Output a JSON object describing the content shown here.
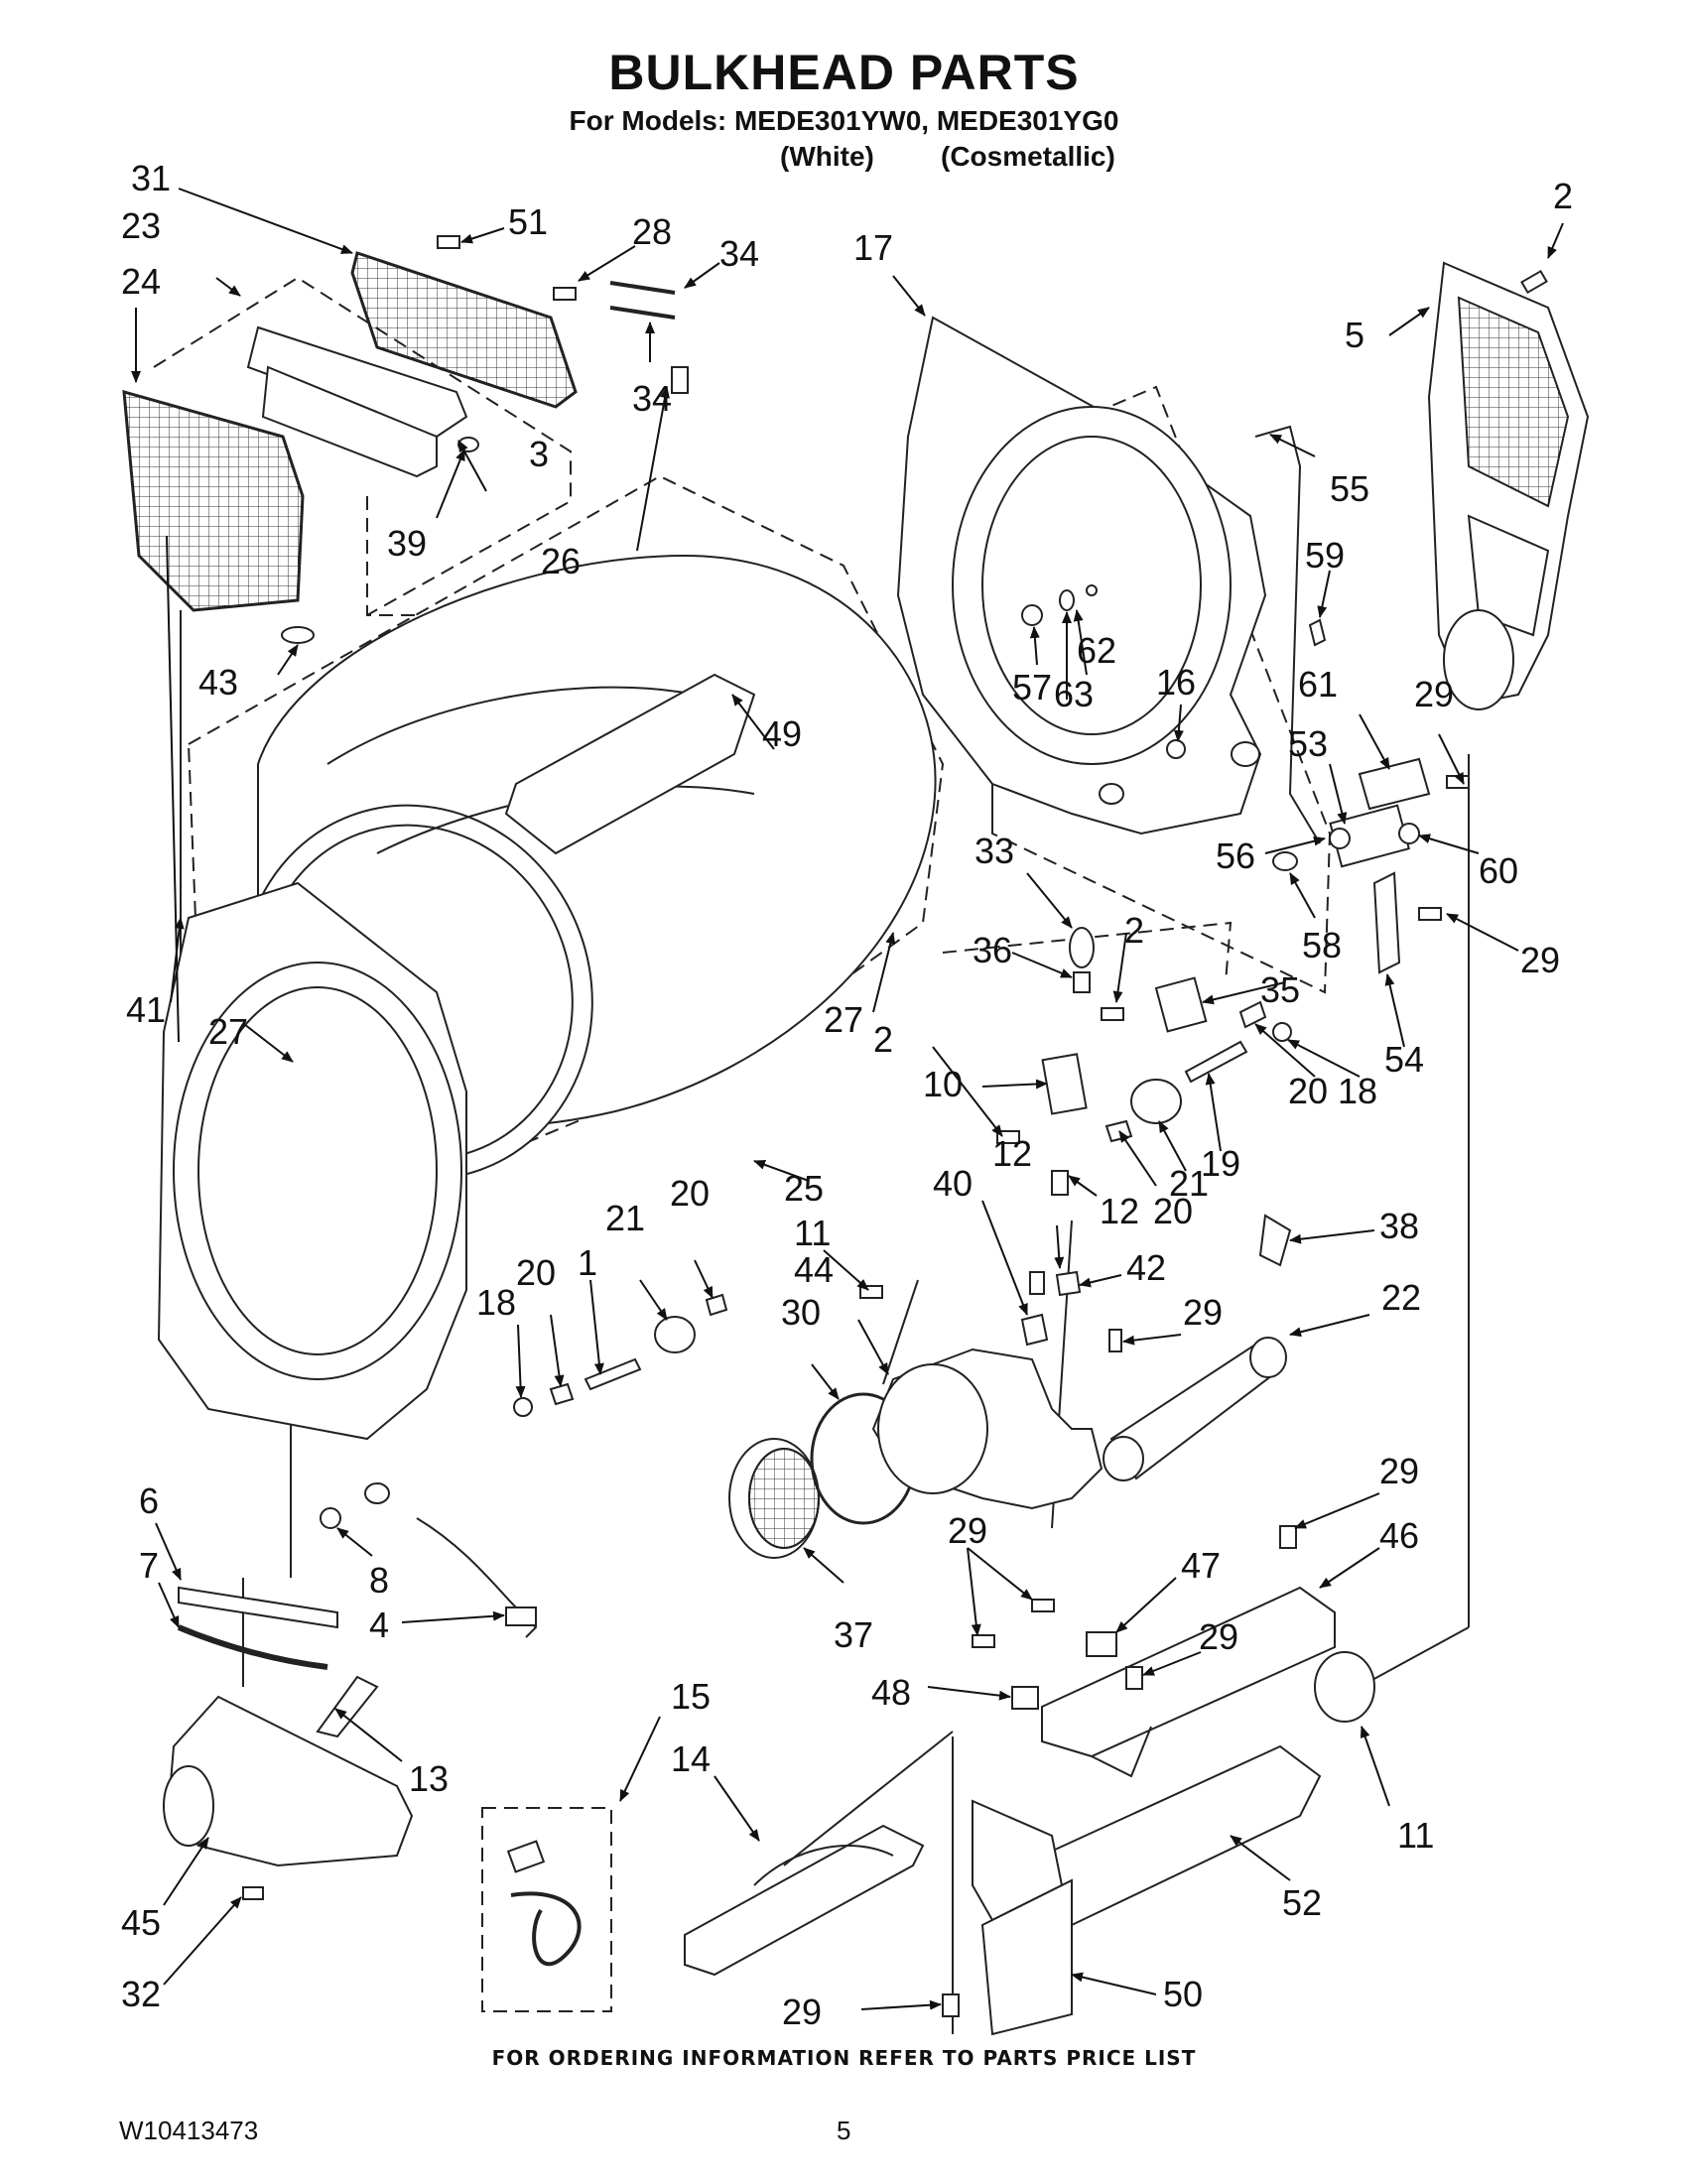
{
  "header": {
    "title": "BULKHEAD PARTS",
    "models": "For Models: MEDE301YW0, MEDE301YG0",
    "variant_white": "(White)",
    "variant_cosmetallic": "(Cosmetallic)"
  },
  "diagram": {
    "callouts": [
      {
        "id": "c31",
        "text": "31"
      },
      {
        "id": "c23",
        "text": "23"
      },
      {
        "id": "c24",
        "text": "24"
      },
      {
        "id": "c51",
        "text": "51"
      },
      {
        "id": "c28",
        "text": "28"
      },
      {
        "id": "c34a",
        "text": "34"
      },
      {
        "id": "c34b",
        "text": "34"
      },
      {
        "id": "c3",
        "text": "3"
      },
      {
        "id": "c39",
        "text": "39"
      },
      {
        "id": "c17",
        "text": "17"
      },
      {
        "id": "c2a",
        "text": "2"
      },
      {
        "id": "c5",
        "text": "5"
      },
      {
        "id": "c55",
        "text": "55"
      },
      {
        "id": "c26",
        "text": "26"
      },
      {
        "id": "c59",
        "text": "59"
      },
      {
        "id": "c62",
        "text": "62"
      },
      {
        "id": "c57",
        "text": "57"
      },
      {
        "id": "c63",
        "text": "63"
      },
      {
        "id": "c16",
        "text": "16"
      },
      {
        "id": "c61",
        "text": "61"
      },
      {
        "id": "c29a",
        "text": "29"
      },
      {
        "id": "c43",
        "text": "43"
      },
      {
        "id": "c49",
        "text": "49"
      },
      {
        "id": "c53",
        "text": "53"
      },
      {
        "id": "c56",
        "text": "56"
      },
      {
        "id": "c60",
        "text": "60"
      },
      {
        "id": "c33",
        "text": "33"
      },
      {
        "id": "c58",
        "text": "58"
      },
      {
        "id": "c29b",
        "text": "29"
      },
      {
        "id": "c2b",
        "text": "2"
      },
      {
        "id": "c36",
        "text": "36"
      },
      {
        "id": "c35",
        "text": "35"
      },
      {
        "id": "c41",
        "text": "41"
      },
      {
        "id": "c27a",
        "text": "27"
      },
      {
        "id": "c27b",
        "text": "27"
      },
      {
        "id": "c54",
        "text": "54"
      },
      {
        "id": "c10",
        "text": "10"
      },
      {
        "id": "c18a",
        "text": "18"
      },
      {
        "id": "c2c",
        "text": "2"
      },
      {
        "id": "c20a",
        "text": "20"
      },
      {
        "id": "c19",
        "text": "19"
      },
      {
        "id": "c25",
        "text": "25"
      },
      {
        "id": "c21a",
        "text": "21"
      },
      {
        "id": "c12a",
        "text": "12"
      },
      {
        "id": "c40",
        "text": "40"
      },
      {
        "id": "c12b",
        "text": "12"
      },
      {
        "id": "c20b",
        "text": "20"
      },
      {
        "id": "c11a",
        "text": "11"
      },
      {
        "id": "c38",
        "text": "38"
      },
      {
        "id": "c20c",
        "text": "20"
      },
      {
        "id": "c21b",
        "text": "21"
      },
      {
        "id": "c1",
        "text": "1"
      },
      {
        "id": "c20d",
        "text": "20"
      },
      {
        "id": "c44",
        "text": "44"
      },
      {
        "id": "c42",
        "text": "42"
      },
      {
        "id": "c18b",
        "text": "18"
      },
      {
        "id": "c30",
        "text": "30"
      },
      {
        "id": "c29c",
        "text": "29"
      },
      {
        "id": "c22",
        "text": "22"
      },
      {
        "id": "c6",
        "text": "6"
      },
      {
        "id": "c29d",
        "text": "29"
      },
      {
        "id": "c46",
        "text": "46"
      },
      {
        "id": "c7",
        "text": "7"
      },
      {
        "id": "c8",
        "text": "8"
      },
      {
        "id": "c29e",
        "text": "29"
      },
      {
        "id": "c47",
        "text": "47"
      },
      {
        "id": "c4",
        "text": "4"
      },
      {
        "id": "c37",
        "text": "37"
      },
      {
        "id": "c29f",
        "text": "29"
      },
      {
        "id": "c48",
        "text": "48"
      },
      {
        "id": "c15",
        "text": "15"
      },
      {
        "id": "c13",
        "text": "13"
      },
      {
        "id": "c14",
        "text": "14"
      },
      {
        "id": "c11b",
        "text": "11"
      },
      {
        "id": "c52",
        "text": "52"
      },
      {
        "id": "c45",
        "text": "45"
      },
      {
        "id": "c32",
        "text": "32"
      },
      {
        "id": "c50",
        "text": "50"
      },
      {
        "id": "c29g",
        "text": "29"
      }
    ]
  },
  "footer": {
    "note": "FOR ORDERING INFORMATION REFER TO PARTS PRICE LIST",
    "doc_number": "W10413473",
    "page_number": "5"
  }
}
